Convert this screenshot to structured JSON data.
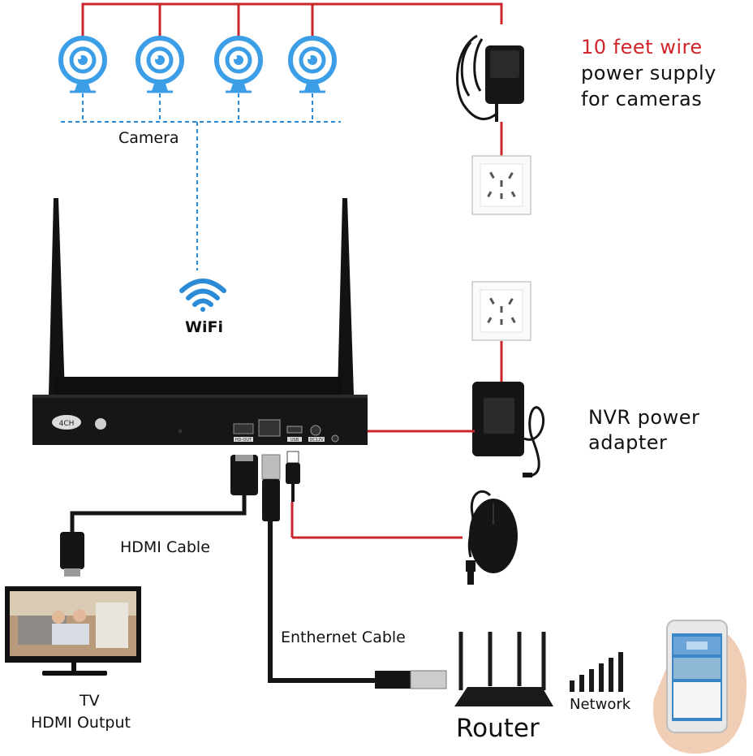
{
  "labels": {
    "power_supply_line1": "10 feet wire",
    "power_supply_line2": "power supply",
    "power_supply_line3": "for cameras",
    "camera": "Camera",
    "wifi": "WiFi",
    "nvr_adapter_line1": "NVR power",
    "nvr_adapter_line2": "adapter",
    "hdmi_cable": "HDMI Cable",
    "ethernet_cable": "Enthernet Cable",
    "network": "Network",
    "router": "Router",
    "tv_line1": "TV",
    "tv_line2": "HDMI Output"
  },
  "nvr_ports": {
    "channel_badge": "4CH",
    "hdmi_out": "HD-OUT",
    "usb": "USB",
    "dc": "DC12V"
  },
  "colors": {
    "wire_red": "#c8262b",
    "wireless_dash": "#2c8bd6",
    "camera_blue": "#3d9ee8",
    "device_black": "#141414",
    "label_red": "#d0262b"
  },
  "icons": [
    "camera-icon",
    "wifi-icon",
    "power-adapter-icon",
    "wall-socket-icon",
    "nvr-icon",
    "hdmi-plug-icon",
    "ethernet-plug-icon",
    "usb-plug-icon",
    "mouse-icon",
    "tv-icon",
    "router-icon",
    "signal-bars-icon",
    "smartphone-icon"
  ]
}
